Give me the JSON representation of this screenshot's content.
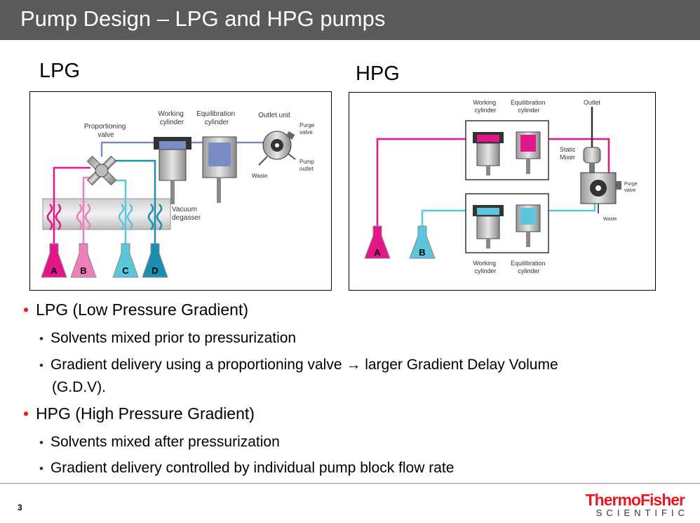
{
  "slide": {
    "title": "Pump Design – LPG and HPG pumps",
    "page_number": "3"
  },
  "lpg_diagram": {
    "heading": "LPG",
    "labels": {
      "proportioning_valve": [
        "Proportioning",
        "valve"
      ],
      "working_cylinder": [
        "Working",
        "cylinder"
      ],
      "equilibration_cylinder": [
        "Equilibration",
        "cylinder"
      ],
      "outlet_unit": [
        "Outlet unit"
      ],
      "purge_valve": [
        "Purge",
        "valve"
      ],
      "pump_outlet": [
        "Pump",
        "outlet"
      ],
      "waste": "Waste",
      "vacuum_degasser": [
        "Vacuum",
        "degasser"
      ]
    },
    "solvents": [
      "A",
      "B",
      "C",
      "D"
    ],
    "colors": {
      "A": "#e4178a",
      "B": "#ee7fbd",
      "C": "#5cc6dd",
      "D": "#1a8fae"
    }
  },
  "hpg_diagram": {
    "heading": "HPG",
    "labels": {
      "working_cylinder_top": [
        "Working",
        "cylinder"
      ],
      "equilibration_cylinder_top": [
        "Equilibration",
        "cylinder"
      ],
      "outlet": "Outlet",
      "static_mixer": [
        "Static",
        "Mixer"
      ],
      "purge_valve": [
        "Purge",
        "valve"
      ],
      "waste": "Waste",
      "working_cylinder_bottom": [
        "Working",
        "cylinder"
      ],
      "equilibration_cylinder_bottom": [
        "Equilibration",
        "cylinder"
      ]
    },
    "solvents": [
      "A",
      "B"
    ],
    "colors": {
      "A": "#e4178a",
      "B": "#5cc6dd"
    }
  },
  "bullets": [
    {
      "level": 1,
      "text": "LPG (Low Pressure Gradient)"
    },
    {
      "level": 2,
      "text": "Solvents mixed prior to pressurization"
    },
    {
      "level": 2,
      "text": "Gradient delivery using a proportioning valve → larger Gradient Delay Volume"
    },
    {
      "level": 2,
      "text": "(G.D.V)."
    },
    {
      "level": 1,
      "text": "HPG (High Pressure Gradient)"
    },
    {
      "level": 2,
      "text": "Solvents mixed after pressurization"
    },
    {
      "level": 2,
      "text": "Gradient delivery controlled by individual pump block flow rate"
    }
  ],
  "logo": {
    "main": "ThermoFisher",
    "sub": "SCIENTIFIC",
    "color": "#e11b22"
  },
  "colors": {
    "title_bar": "#5a5a5a",
    "bullet_accent": "#e8201f"
  }
}
